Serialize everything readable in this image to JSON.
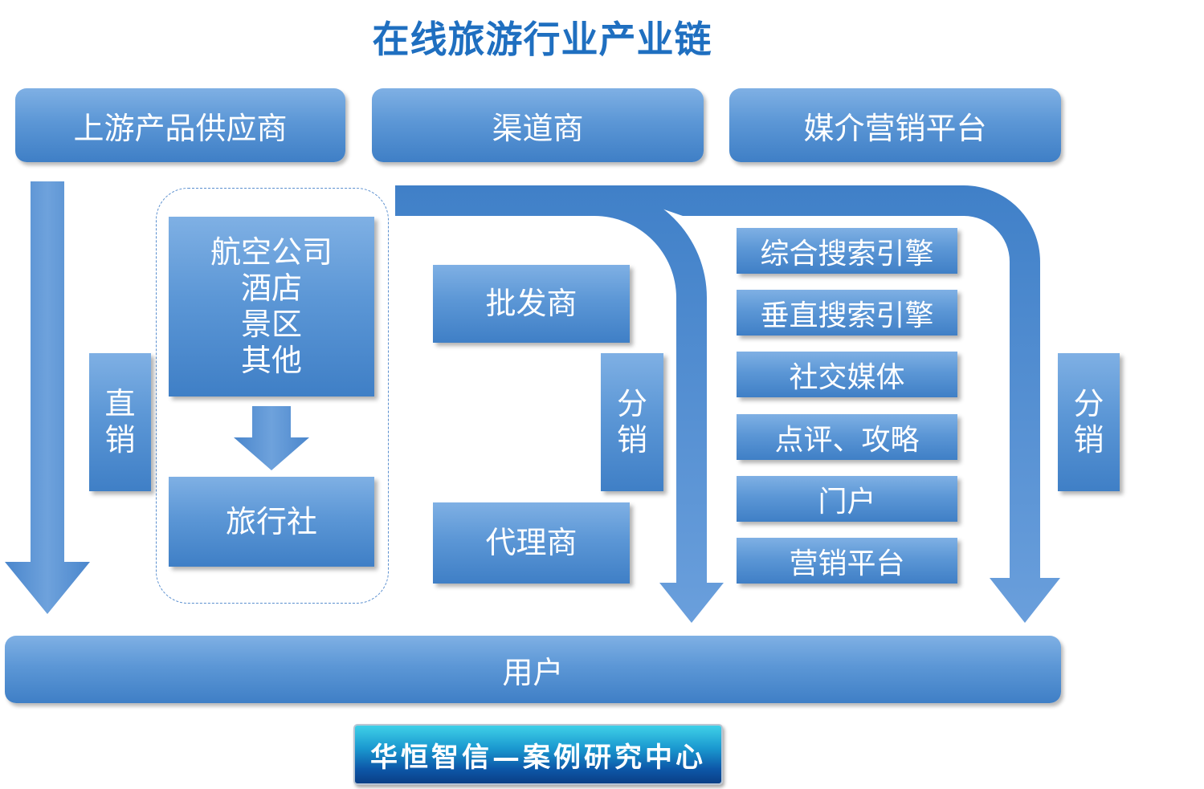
{
  "title": "在线旅游行业产业链",
  "headers": {
    "upstream": "上游产品供应商",
    "channel": "渠道商",
    "media": "媒介营销平台"
  },
  "suppliers": {
    "group_text": "航空公司\n酒店\n景区\n其他",
    "travel_agency": "旅行社"
  },
  "channels": {
    "wholesaler": "批发商",
    "agent": "代理商"
  },
  "media_items": [
    "综合搜索引擎",
    "垂直搜索引擎",
    "社交媒体",
    "点评、攻略",
    "门户",
    "营销平台"
  ],
  "labels": {
    "direct": "直销",
    "distribution_mid": "分销",
    "distribution_right": "分销"
  },
  "user": "用户",
  "footer": "华恒智信—案例研究中心",
  "colors": {
    "box": "#5c97d6",
    "title": "#1f6fc0",
    "arrow": "#5b93d2"
  }
}
